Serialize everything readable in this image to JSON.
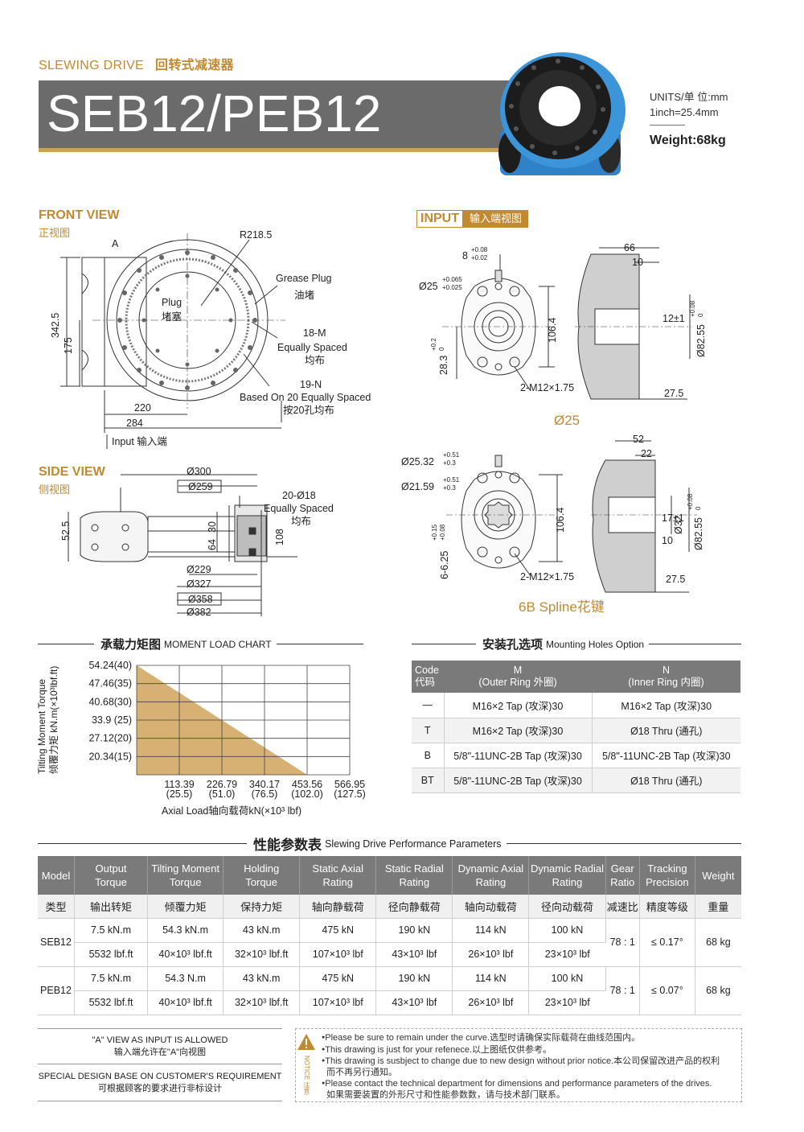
{
  "header": {
    "series_en": "SLEWING DRIVE",
    "series_cn": "回转式减速器",
    "model": "SEB12/PEB12",
    "units_line1": "UNITS/单  位:mm",
    "units_line2": "1inch=25.4mm",
    "weight": "Weight:68kg"
  },
  "colors": {
    "accent": "#c08a32",
    "band": "#6b6b6b",
    "chart_fill": "#d7b173"
  },
  "front_view": {
    "title_en": "FRONT VIEW",
    "title_cn": "正视图",
    "labels": {
      "a": "A",
      "r": "R218.5",
      "grease_en": "Grease Plug",
      "grease_cn": "油堵",
      "plug_en": "Plug",
      "plug_cn": "堵塞",
      "m18": "18-M",
      "equal_en": "Equally Spaced",
      "equal_cn": "均布",
      "n19": "19-N",
      "based_en": "Based On 20 Equally Spaced",
      "based_cn": "按20孔均布",
      "d342": "342.5",
      "d175": "175",
      "d220": "220",
      "d284": "284",
      "input": "Input   输入端"
    }
  },
  "side_view": {
    "title_en": "SIDE VIEW",
    "title_cn": "侧视图",
    "labels": {
      "d300": "Ø300",
      "d259": "Ø259",
      "h20": "20-Ø18",
      "eq_en": "Equally Spaced",
      "eq_cn": "均布",
      "d525": "52.5",
      "d30": "30",
      "d64": "64",
      "d108": "108",
      "d229": "Ø229",
      "d327": "Ø327",
      "d358": "Ø358",
      "d382": "Ø382"
    }
  },
  "input_view": {
    "tag_en": "INPUT",
    "tag_cn": "输入端视图",
    "top": {
      "d8": "8",
      "d8tol_a": "+0.08",
      "d8tol_b": "+0.02",
      "d25": "Ø25",
      "d25tol_a": "+0.065",
      "d25tol_b": "+0.025",
      "d1064": "106.4",
      "d283": "28.3",
      "d283tol_a": "+0.2",
      "d283tol_b": "0",
      "m12": "2-M12×1.75",
      "d66": "66",
      "d10": "10",
      "d12": "12±1",
      "d8255": "Ø82.55",
      "d8255tol_a": "+0.08",
      "d8255tol_b": "0",
      "d275": "27.5",
      "caption": "Ø25"
    },
    "bottom": {
      "d2532": "Ø25.32",
      "d2532tol_a": "+0.51",
      "d2532tol_b": "+0.3",
      "d2159": "Ø21.59",
      "d2159tol_a": "+0.51",
      "d2159tol_b": "+0.3",
      "d1064": "106.4",
      "d625": "6-6.25",
      "d625tol_a": "+0.15",
      "d625tol_b": "+0.08",
      "m12": "2-M12×1.75",
      "d52": "52",
      "d22": "22",
      "d17": "17±1",
      "d32": "Ø32",
      "d10": "10",
      "d8255": "Ø82.55",
      "d8255tol_a": "+0.08",
      "d8255tol_b": "0",
      "d275": "27.5",
      "caption": "6B Spline花键"
    }
  },
  "moment_chart": {
    "heading_cn": "承载力矩图",
    "heading_en": "MOMENT LOAD CHART"
  },
  "chart_data": {
    "type": "area",
    "title": "承载力矩图 MOMENT LOAD CHART",
    "xlabel": "Axial Load轴向载荷kN(×10³ lbf)",
    "ylabel_en": "Tilting Moment Torque",
    "ylabel_cn": "倾覆力矩 kN.m(×10³lbf.ft)",
    "x_ticks": [
      {
        "top": "113.39",
        "bottom": "(25.5)"
      },
      {
        "top": "226.79",
        "bottom": "(51.0)"
      },
      {
        "top": "340.17",
        "bottom": "(76.5)"
      },
      {
        "top": "453.56",
        "bottom": "(102.0)"
      },
      {
        "top": "566.95",
        "bottom": "(127.5)"
      }
    ],
    "y_ticks": [
      "54.24(40)",
      "47.46(35)",
      "40.68(30)",
      "33.9 (25)",
      "27.12(20)",
      "20.34(15)"
    ],
    "x": [
      0,
      453.56
    ],
    "y": [
      54.24,
      13.56
    ],
    "xlim": [
      0,
      566.95
    ],
    "ylim": [
      13.56,
      54.24
    ],
    "grid": true
  },
  "mounting": {
    "heading_cn": "安装孔选项",
    "heading_en": "Mounting Holes Option",
    "headers": [
      "Code\n代码",
      "M\n(Outer Ring 外圈)",
      "N\n(Inner Ring 内圈)"
    ],
    "rows": [
      [
        "—",
        "M16×2 Tap (攻深)30",
        "M16×2 Tap (攻深)30"
      ],
      [
        "T",
        "M16×2 Tap (攻深)30",
        "Ø18 Thru (通孔)"
      ],
      [
        "B",
        "5/8\"-11UNC-2B Tap (攻深)30",
        "5/8\"-11UNC-2B Tap (攻深)30"
      ],
      [
        "BT",
        "5/8\"-11UNC-2B Tap (攻深)30",
        "Ø18 Thru (通孔)"
      ]
    ]
  },
  "performance": {
    "heading_cn": "性能参数表",
    "heading_en": "Slewing Drive Performance Parameters",
    "headers": [
      "Model",
      "Output\nTorque",
      "Tilting Moment\nTorque",
      "Holding\nTorque",
      "Static Axial\nRating",
      "Static Radial\nRating",
      "Dynamic Axial\nRating",
      "Dynamic Radial\nRating",
      "Gear\nRatio",
      "Tracking\nPrecision",
      "Weight"
    ],
    "cn_headers": [
      "类型",
      "输出转矩",
      "倾覆力矩",
      "保持力矩",
      "轴向静载荷",
      "径向静载荷",
      "轴向动载荷",
      "径向动载荷",
      "减速比",
      "精度等级",
      "重量"
    ],
    "models": [
      {
        "name": "SEB12",
        "metric": [
          "7.5 kN.m",
          "54.3 kN.m",
          "43 kN.m",
          "475 kN",
          "190 kN",
          "114 kN",
          "100 kN"
        ],
        "imperial": [
          "5532 lbf.ft",
          "40×10³ lbf.ft",
          "32×10³ lbf.ft",
          "107×10³ lbf",
          "43×10³ lbf",
          "26×10³ lbf",
          "23×10³ lbf"
        ],
        "ratio": "78 : 1",
        "precision": "≤ 0.17°",
        "weight": "68 kg"
      },
      {
        "name": "PEB12",
        "metric": [
          "7.5 kN.m",
          "54.3 N.m",
          "43 kN.m",
          "475 kN",
          "190 kN",
          "114 kN",
          "100 kN"
        ],
        "imperial": [
          "5532 lbf.ft",
          "40×10³ lbf.ft",
          "32×10³ lbf.ft",
          "107×10³ lbf",
          "43×10³ lbf",
          "26×10³ lbf",
          "23×10³ lbf"
        ],
        "ratio": "78 : 1",
        "precision": "≤ 0.07°",
        "weight": "68 kg"
      }
    ]
  },
  "footer": {
    "a_view_en": "\"A\" VIEW AS INPUT IS ALLOWED",
    "a_view_cn": "输入端允许在\"A\"向视图",
    "special_en": "SPECIAL DESIGN BASE ON CUSTOMER'S REQUIREMENT",
    "special_cn": "可根据顾客的要求进行非标设计",
    "notice_label": "NOTICE 注意",
    "notes": [
      "Please be sure to remain under the curve.选型时请确保实际载荷在曲线范围内。",
      "This drawing is just for your refenece.以上图纸仅供参考。",
      "This drawing is susbject to change due to new design without prior notice.本公司保留改进产品的权利",
      "而不再另行通知。",
      "Please contact the technical department for dimensions and performance parameters of the drives.",
      "如果需要装置的外形尺寸和性能参数数，请与技术部门联系。"
    ]
  }
}
